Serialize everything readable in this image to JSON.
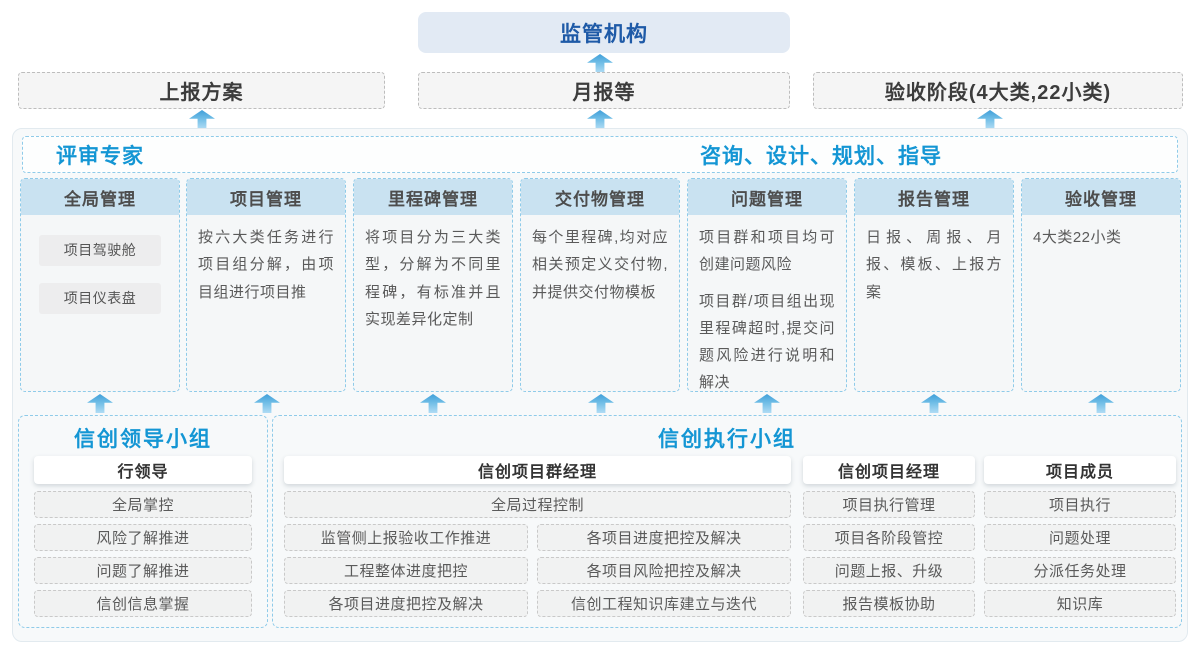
{
  "top": {
    "regulator": "监管机构",
    "channels": [
      "上报方案",
      "月报等",
      "验收阶段(4大类,22小类)"
    ]
  },
  "platform": {
    "left_header": "评审专家",
    "right_header": "咨询、设计、规划、指导",
    "columns": [
      {
        "title": "全局管理",
        "pills": [
          "项目驾驶舱",
          "项目仪表盘"
        ]
      },
      {
        "title": "项目管理",
        "paragraphs": [
          "按六大类任务进行项目组分解，由项目组进行项目推"
        ]
      },
      {
        "title": "里程碑管理",
        "paragraphs": [
          "将项目分为三大类型，分解为不同里程碑，有标准并且实现差异化定制"
        ]
      },
      {
        "title": "交付物管理",
        "paragraphs": [
          "每个里程碑,均对应相关预定义交付物,并提供交付物模板"
        ]
      },
      {
        "title": "问题管理",
        "paragraphs": [
          "项目群和项目均可创建问题风险",
          "项目群/项目组出现里程碑超时,提交问题风险进行说明和解决"
        ]
      },
      {
        "title": "报告管理",
        "paragraphs": [
          "日报、周报、月报、模板、上报方案"
        ]
      },
      {
        "title": "验收管理",
        "paragraphs": [
          "4大类22小类"
        ]
      }
    ]
  },
  "bottom": {
    "leader_group": {
      "title": "信创领导小组",
      "role": "行领导",
      "items": [
        "全局掌控",
        "风险了解推进",
        "问题了解推进",
        "信创信息掌握"
      ]
    },
    "exec_group": {
      "title": "信创执行小组",
      "program_manager": {
        "role": "信创项目群经理",
        "full_item": "全局过程控制",
        "left_items": [
          "监管侧上报验收工作推进",
          "工程整体进度把控",
          "各项目进度把控及解决"
        ],
        "right_items": [
          "各项目进度把控及解决",
          "各项目风险把控及解决",
          "信创工程知识库建立与迭代"
        ]
      },
      "project_manager": {
        "role": "信创项目经理",
        "items": [
          "项目执行管理",
          "项目各阶段管控",
          "问题上报、升级",
          "报告模板协助"
        ]
      },
      "member": {
        "role": "项目成员",
        "items": [
          "项目执行",
          "问题处理",
          "分派任务处理",
          "知识库"
        ]
      }
    }
  },
  "colors": {
    "accent_blue": "#1496d4",
    "regulator_text": "#1e5aa7",
    "regulator_bg": "#e2eaf4",
    "column_header_bg": "#c9e2f1",
    "dashed_blue_border": "#8fcbe9",
    "arrow_top": "#3f9fd9",
    "arrow_bottom": "#b0dcf4"
  }
}
